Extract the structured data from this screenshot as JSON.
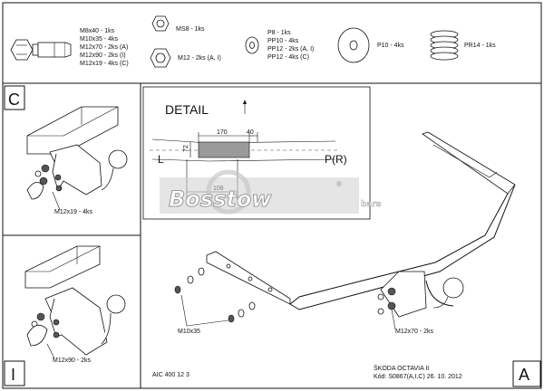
{
  "parts": {
    "bolt_lines": [
      "M8x40 - 1ks",
      "M10x35 - 4ks",
      "M12x70 - 2ks (A)",
      "M12x90 - 2ks (I)",
      "M12x19 - 4ks (C)"
    ],
    "nut_ms8": "MS8 - 1ks",
    "nut_m12": "M12 - 2ks (A, I)",
    "washer_small_lines": [
      "P8 - 1ks",
      "PP10 - 4ks",
      "PP12 - 2ks (A, I)",
      "PP12 - 4ks (C)"
    ],
    "washer_p10": "P10 - 4ks",
    "spring_washer": "PR14 - 1ks"
  },
  "panels": {
    "c_letter": "C",
    "i_letter": "I",
    "a_letter": "A",
    "c_callout": "M12x19 - 4ks",
    "i_callout": "M12x90 - 2ks"
  },
  "detail": {
    "title": "DETAIL",
    "dim_width": "170",
    "dim_offset": "40",
    "dim_height": "72",
    "dim_lower": "108",
    "left_label": "L",
    "right_label": "P(R)"
  },
  "watermark": {
    "text": "Bosstow",
    "suffix": "bars",
    "reg": "®"
  },
  "main": {
    "callout_m10": "M10x35",
    "callout_m12": "M12x70 - 2ks"
  },
  "footer": {
    "code": "AIC 400 12 3",
    "model": "ŠKODA OCTAVIA II",
    "info": "Kód: S0867(A,I,C)  26. 10. 2012"
  }
}
